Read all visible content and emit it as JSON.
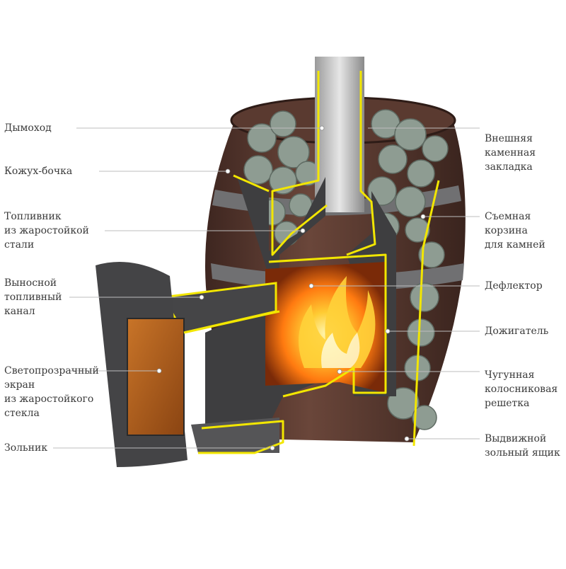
{
  "labels_left": [
    {
      "id": "chimney",
      "lines": [
        "Дымоход"
      ]
    },
    {
      "id": "barrel-casing",
      "lines": [
        "Кожух-бочка"
      ]
    },
    {
      "id": "firebox",
      "lines": [
        "Топливник",
        "из жаростойкой",
        "стали"
      ]
    },
    {
      "id": "remote-fuel-channel",
      "lines": [
        "Выносной",
        "топливный",
        "канал"
      ]
    },
    {
      "id": "glass-screen",
      "lines": [
        "Светопрозрачный",
        "экран",
        "из жаростойкого",
        "стекла"
      ]
    },
    {
      "id": "ash-pit",
      "lines": [
        "Зольник"
      ]
    }
  ],
  "labels_right": [
    {
      "id": "outer-stone-fill",
      "lines": [
        "Внешняя",
        "каменная",
        "закладка"
      ]
    },
    {
      "id": "removable-basket",
      "lines": [
        "Съемная",
        "корзина",
        "для камней"
      ]
    },
    {
      "id": "deflector",
      "lines": [
        "Дефлектор"
      ]
    },
    {
      "id": "afterburner",
      "lines": [
        "Дожигатель"
      ]
    },
    {
      "id": "cast-iron-grate",
      "lines": [
        "Чугунная",
        "колосниковая",
        "решетка"
      ]
    },
    {
      "id": "ash-drawer",
      "lines": [
        "Выдвижной",
        "зольный ящик"
      ]
    }
  ],
  "colors": {
    "barrel": "#5a3a30",
    "barrel_band": "#6e6e70",
    "steel": "#4a4a4c",
    "outline": "#f2e600",
    "fire": "#ff9a1a",
    "glass": "#b8621e",
    "stone": "#8c9a90",
    "leader": "#bdbdbd"
  }
}
